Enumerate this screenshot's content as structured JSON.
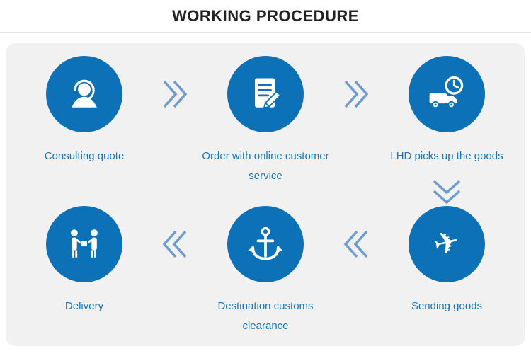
{
  "header": {
    "title": "WORKING PROCEDURE"
  },
  "colors": {
    "circle": "#0d71b8",
    "label_text": "#1a74ba",
    "chevron": "#6e9cce",
    "panel_background": "#f1f1f2",
    "title_text": "#222222"
  },
  "steps": [
    {
      "label": "Consulting quote",
      "icon": "headset-icon"
    },
    {
      "label": "Order with online customer service",
      "icon": "document-pen-icon"
    },
    {
      "label": "LHD picks up the goods",
      "icon": "truck-clock-icon"
    },
    {
      "label": "Sending goods",
      "icon": "airplane-icon"
    },
    {
      "label": "Destination customs clearance",
      "icon": "anchor-icon"
    },
    {
      "label": "Delivery",
      "icon": "delivery-icon"
    }
  ]
}
